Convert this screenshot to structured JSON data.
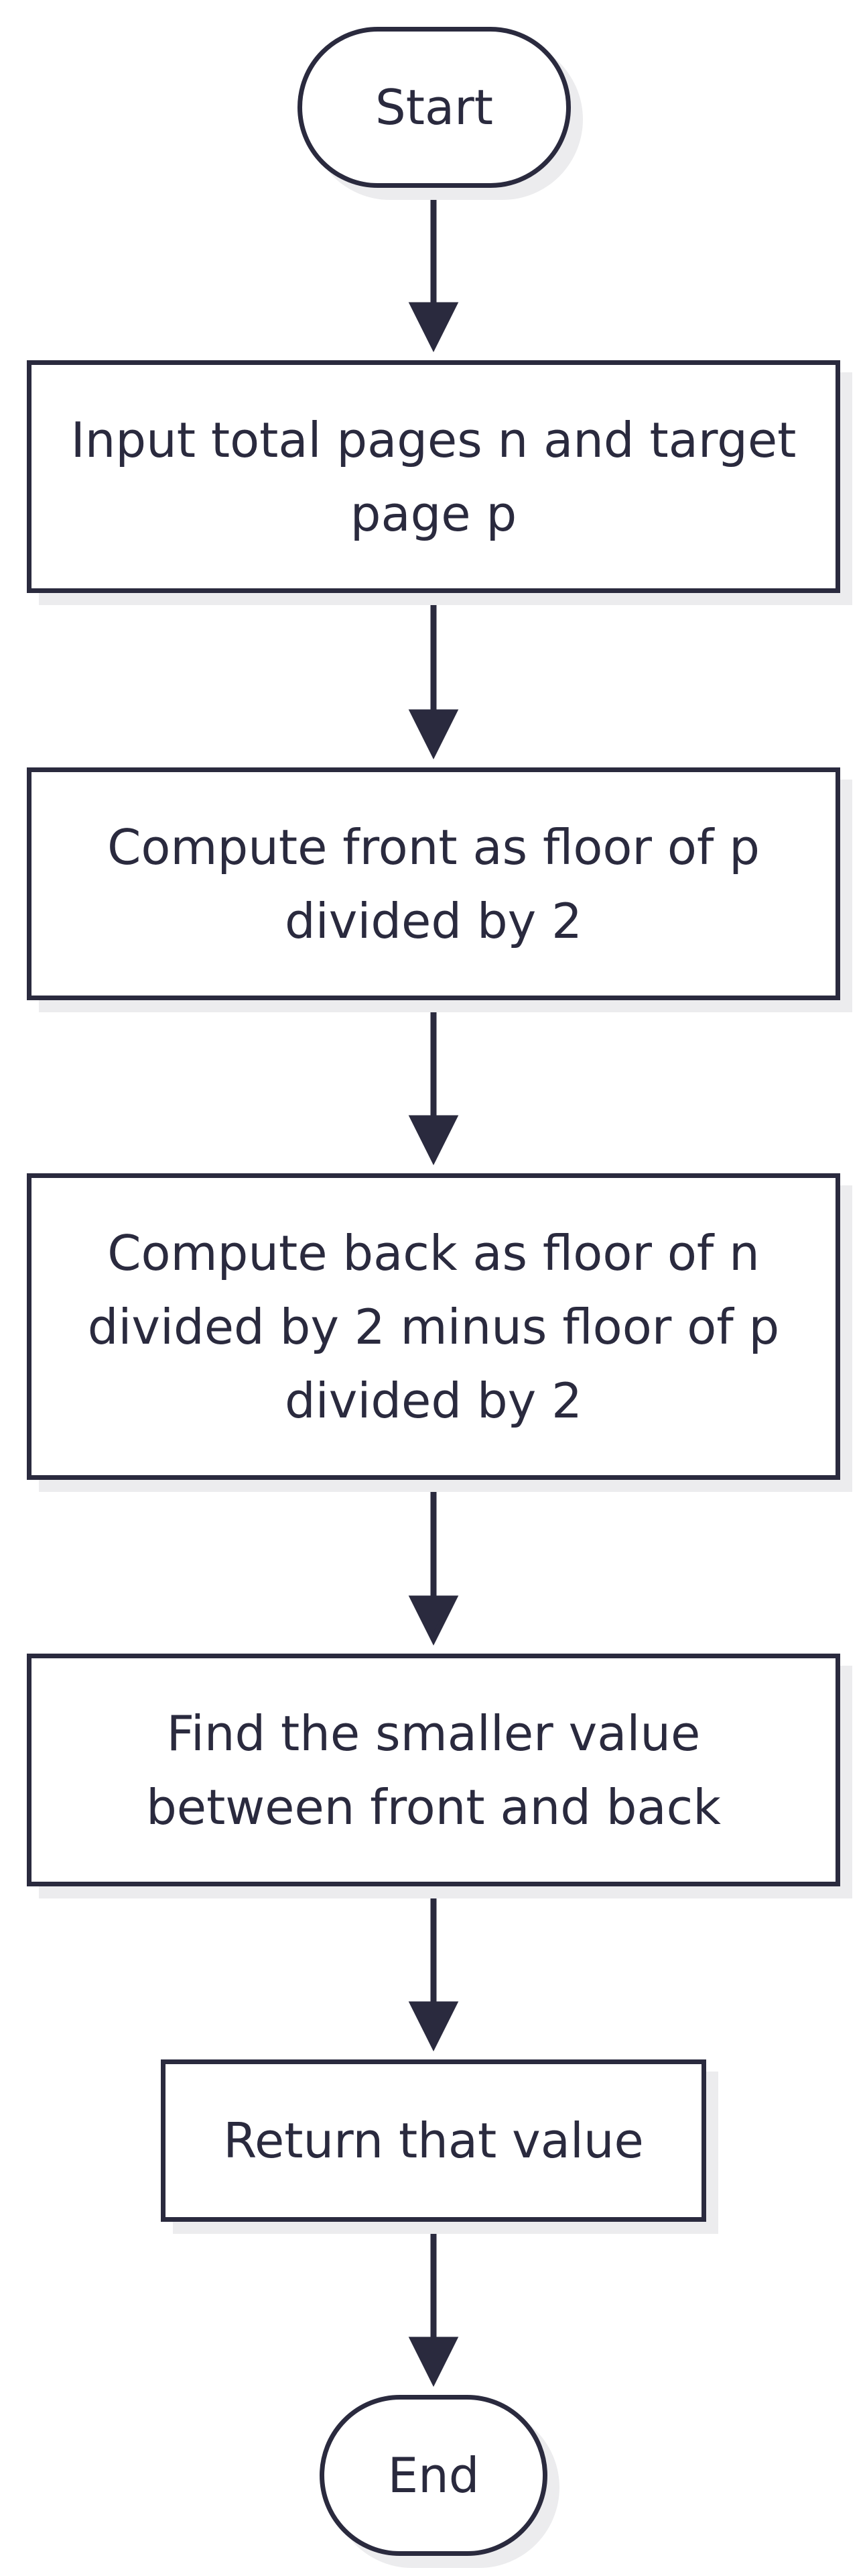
{
  "diagram": {
    "nodes": [
      {
        "id": "start",
        "label": "Start"
      },
      {
        "id": "input",
        "label": "Input total pages n and target page p"
      },
      {
        "id": "front",
        "label": "Compute front as floor of p divided by 2"
      },
      {
        "id": "back",
        "label": "Compute back as floor of n divided by 2 minus floor of p divided by 2"
      },
      {
        "id": "min",
        "label": "Find the smaller value between front and back"
      },
      {
        "id": "return",
        "label": "Return that value"
      },
      {
        "id": "end",
        "label": "End"
      }
    ],
    "edges": [
      {
        "from": "start",
        "to": "input"
      },
      {
        "from": "input",
        "to": "front"
      },
      {
        "from": "front",
        "to": "back"
      },
      {
        "from": "back",
        "to": "min"
      },
      {
        "from": "min",
        "to": "return"
      },
      {
        "from": "return",
        "to": "end"
      }
    ],
    "colors": {
      "stroke": "#2a2a3e",
      "shadow": "#ececee",
      "fill": "#ffffff"
    }
  }
}
